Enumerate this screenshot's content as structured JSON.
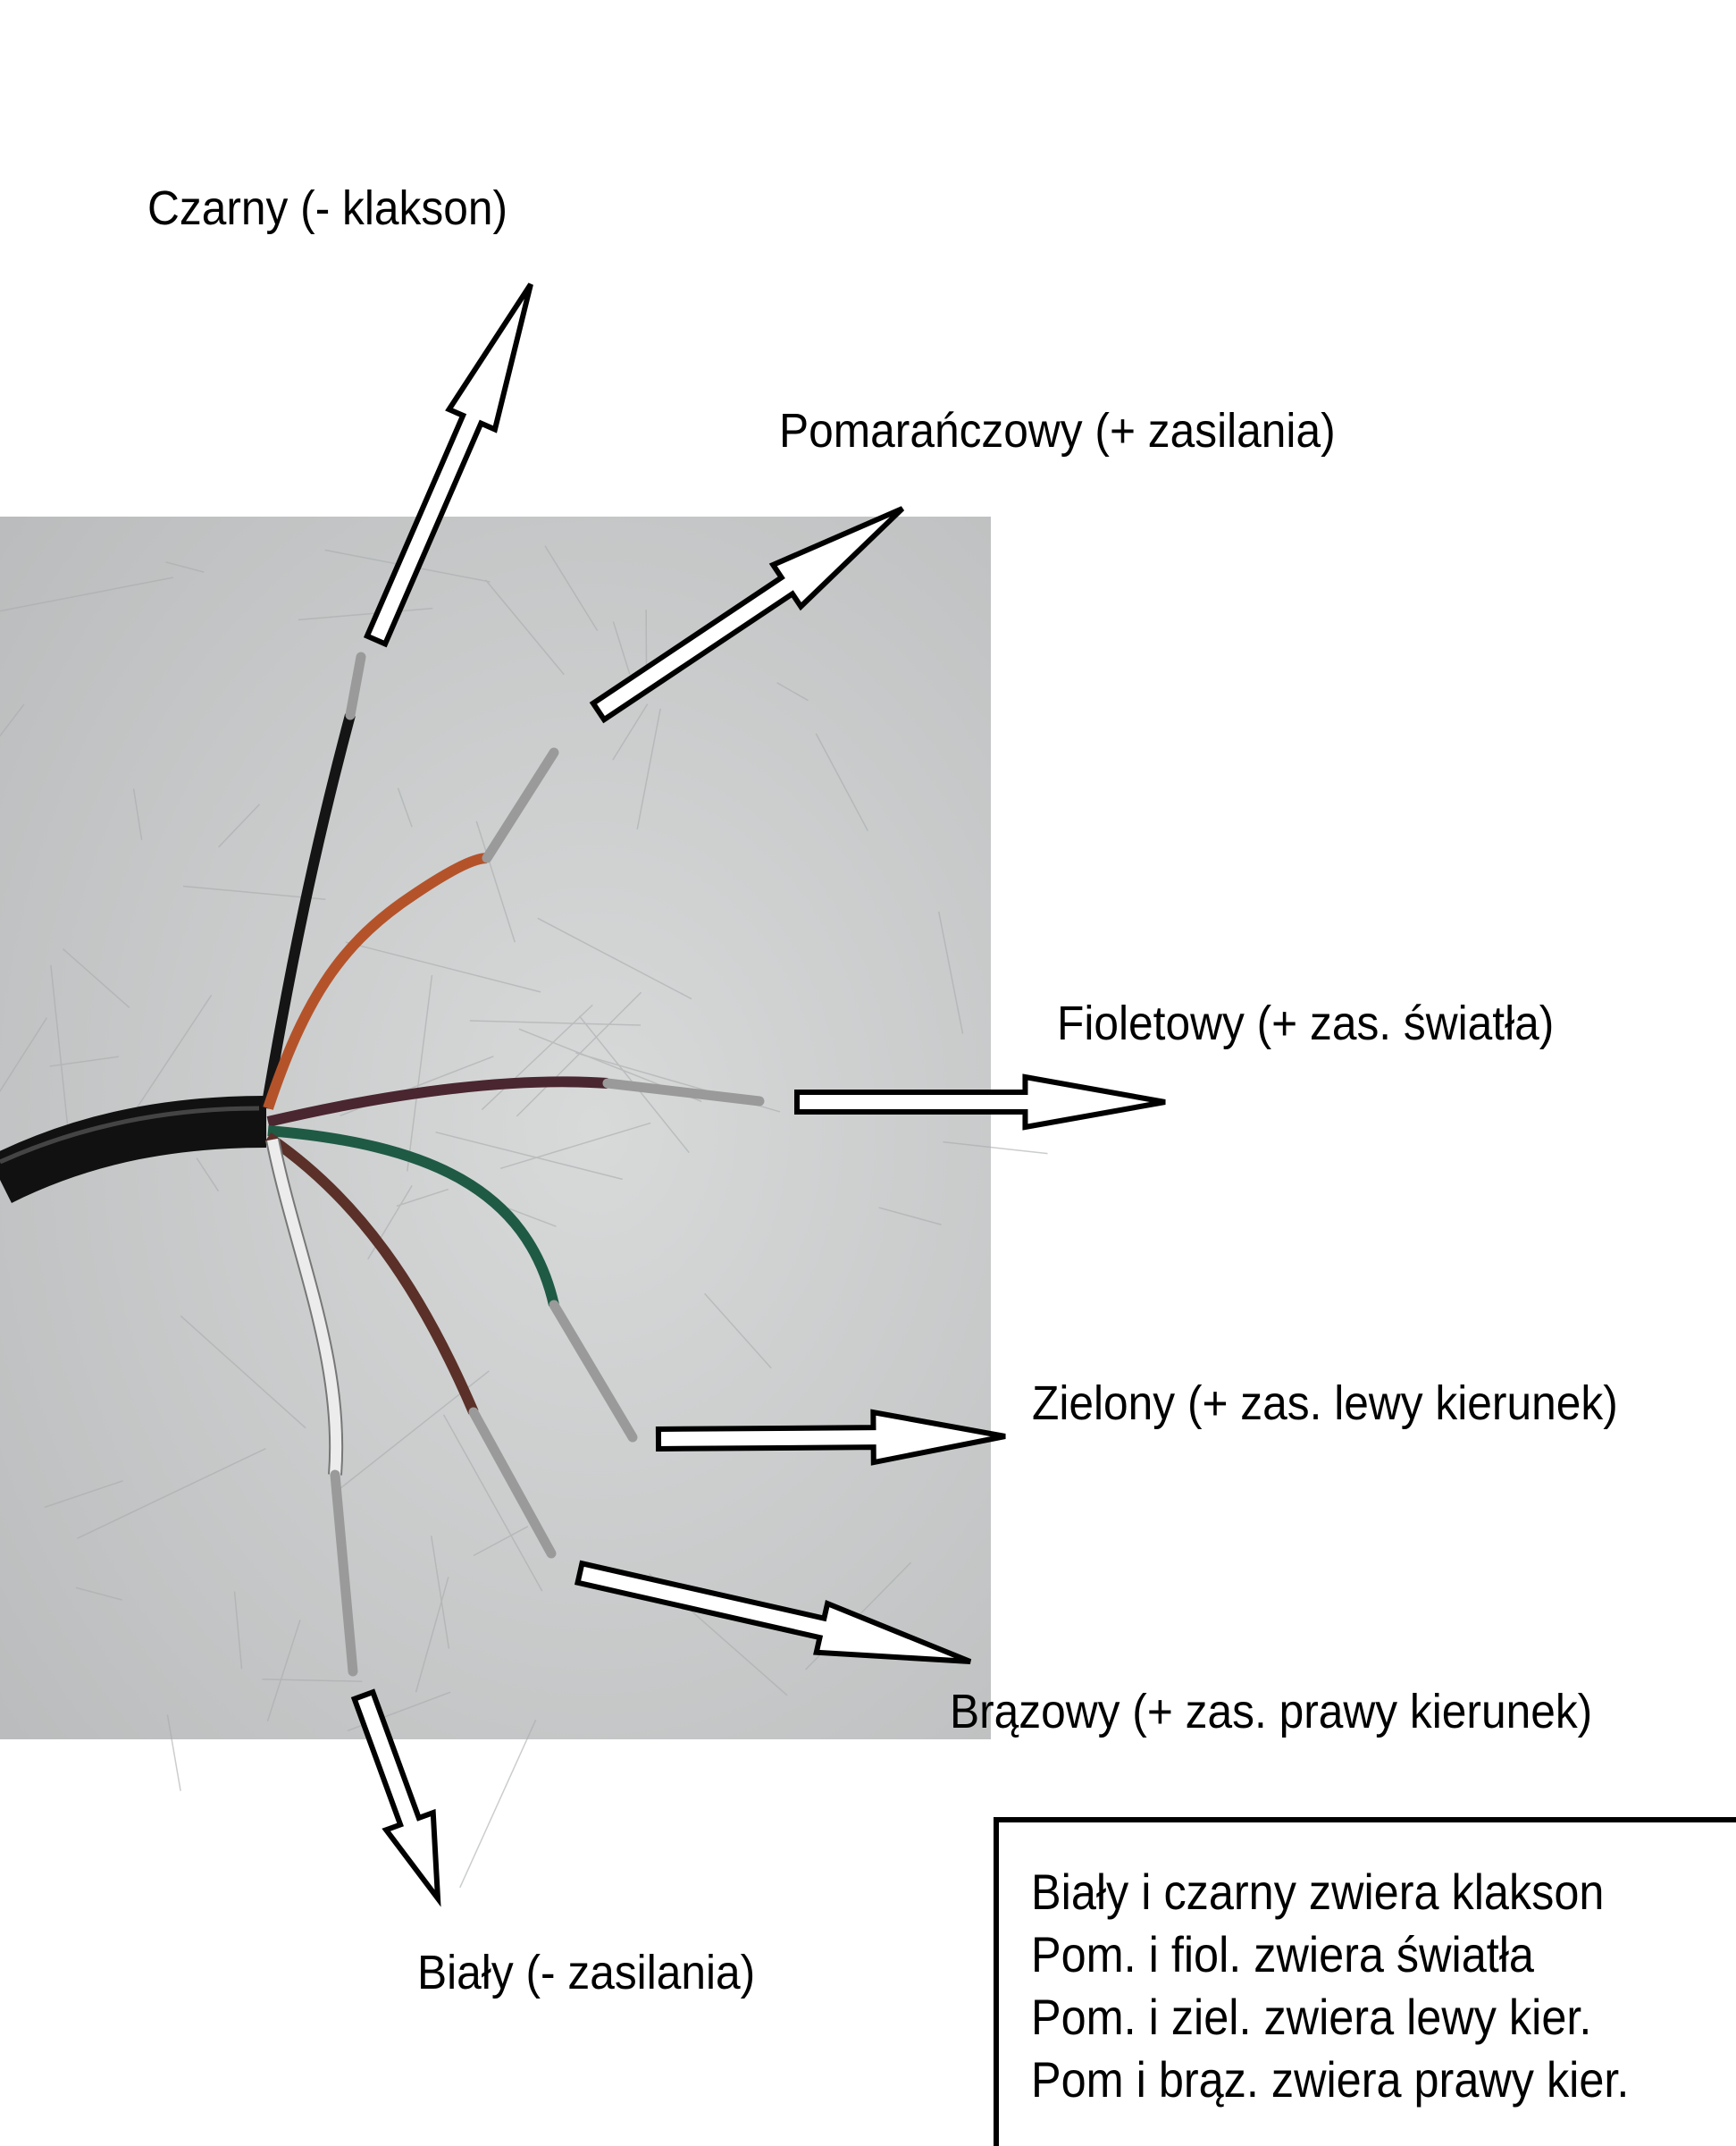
{
  "labels": {
    "black": "Czarny (- klakson)",
    "orange": "Pomarańczowy (+ zasilania)",
    "violet": "Fioletowy (+ zas. światła)",
    "green": "Zielony (+ zas. lewy kierunek)",
    "brown": "Brązowy (+ zas. prawy kierunek)",
    "white": "Biały (- zasilania)"
  },
  "legend": {
    "lines": [
      "Biały i czarny zwiera klakson",
      "Pom. i fiol. zwiera światła",
      "Pom. i ziel. zwiera lewy kier.",
      "Pom i brąz. zwiera prawy kier."
    ]
  },
  "colors": {
    "background": "#c8caca",
    "cable": "#111111",
    "black_wire": "#151515",
    "orange_wire": "#b4532a",
    "violet_wire": "#4a2630",
    "green_wire": "#1f5a45",
    "brown_wire": "#5a3028",
    "white_wire": "#ececec",
    "terminal": "#9a9a9a"
  }
}
